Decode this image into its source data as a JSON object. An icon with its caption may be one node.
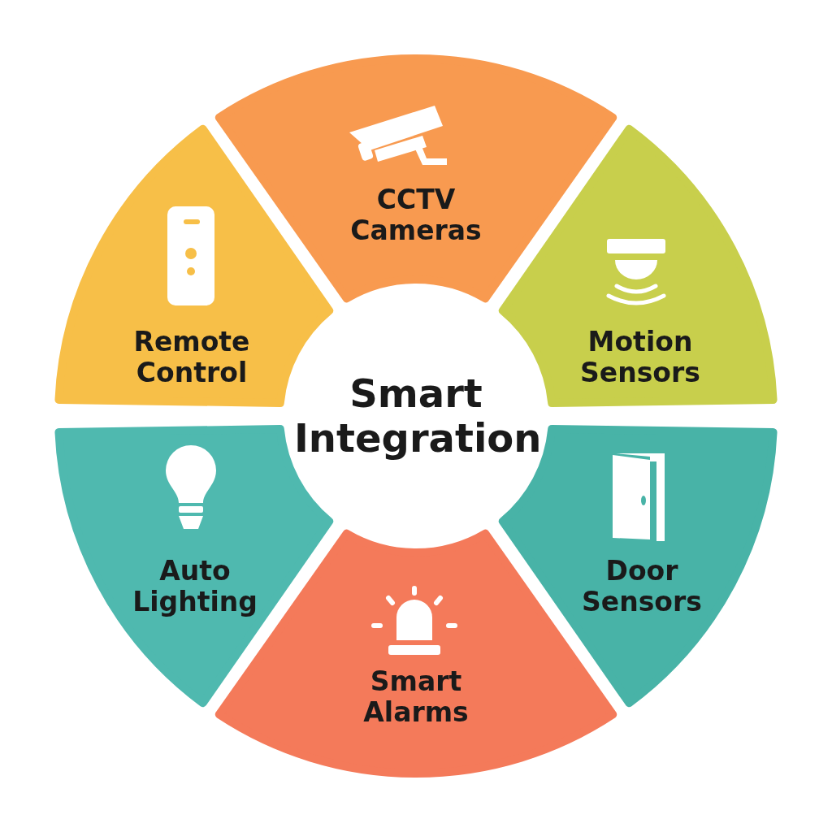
{
  "diagram": {
    "nodes": [
      {
        "text": [
          "Smart Integration"
        ]
      },
      {
        "text": [
          "CCTV Cameras"
        ]
      },
      {
        "text": [
          "Motion Sensors"
        ]
      },
      {
        "text": [
          "Door Sensors"
        ]
      },
      {
        "text": [
          "Smart Alarms"
        ]
      },
      {
        "text": [
          "Auto Lighting"
        ]
      },
      {
        "text": [
          "Remote Control"
        ]
      }
    ]
  }
}
